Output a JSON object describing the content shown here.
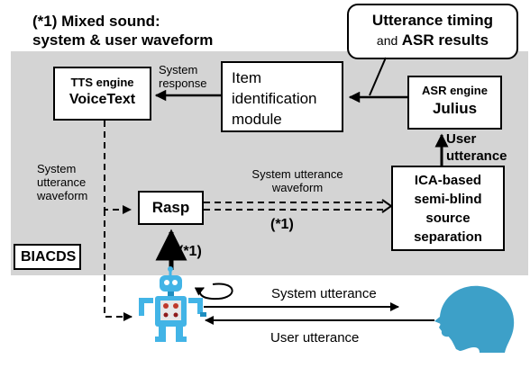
{
  "note": {
    "line1": "(*1) Mixed sound:",
    "line2": "system & user waveform"
  },
  "callout": {
    "line1": "Utterance timing",
    "line2_small": "and",
    "line2_bold": "ASR results"
  },
  "tts": {
    "line1": "TTS engine",
    "line2": "VoiceText"
  },
  "item_module": {
    "line1": "Item",
    "line2": "identification",
    "line3": "module"
  },
  "asr": {
    "line1": "ASR engine",
    "line2": "Julius"
  },
  "rasp": {
    "label": "Rasp"
  },
  "ica": {
    "line1": "ICA-based",
    "line2": "semi-blind",
    "line3": "source",
    "line4": "separation"
  },
  "biacds": {
    "label": "BIACDS"
  },
  "labels": {
    "system_response_1": "System",
    "system_response_2": "response",
    "user_utterance_1": "User",
    "user_utterance_2": "utterance",
    "sys_utt_wave_1": "System utterance",
    "sys_utt_wave_2": "waveform",
    "left_sys_1": "System",
    "left_sys_2": "utterance",
    "left_sys_3": "waveform",
    "mixed_mark_1": "(*1)",
    "mixed_mark_2": "(*1)",
    "system_utterance": "System utterance",
    "user_utterance": "User utterance"
  },
  "colors": {
    "panel": "#d4d4d4",
    "robot": "#42b4e6",
    "robot_dark": "#1f8ec0",
    "head": "#3da0c8"
  }
}
